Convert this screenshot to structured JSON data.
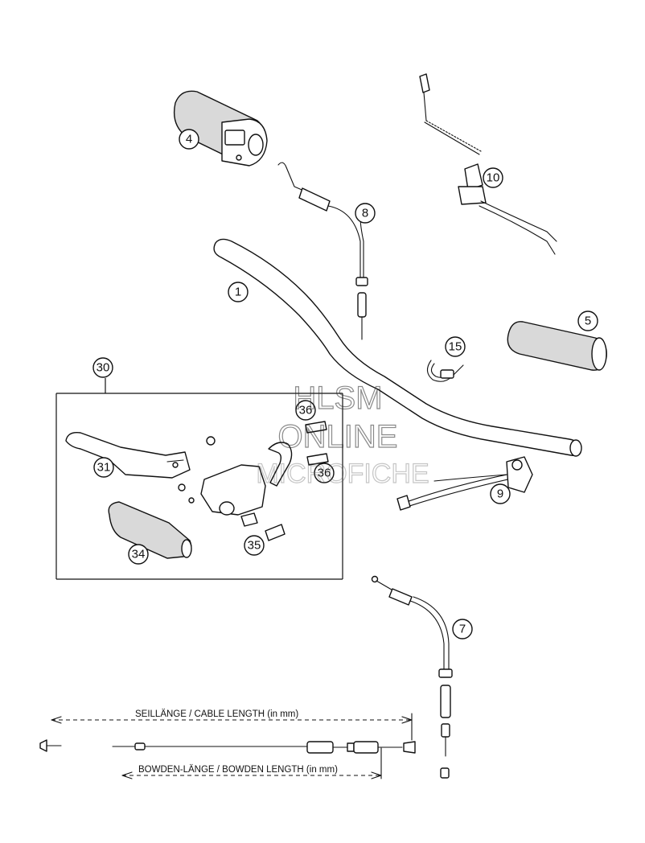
{
  "callouts": {
    "c1": "1",
    "c4": "4",
    "c5": "5",
    "c7": "7",
    "c8": "8",
    "c9": "9",
    "c10": "10",
    "c15": "15",
    "c30": "30",
    "c31": "31",
    "c34": "34",
    "c35": "35",
    "c36a": "36",
    "c36b": "36"
  },
  "dimensions": {
    "cable_length": "SEILLÄNGE / CABLE LENGTH (in mm)",
    "bowden_length": "BOWDEN-LÄNGE / BOWDEN LENGTH (in mm)"
  },
  "watermark": {
    "line1": "HLSM",
    "line2": "ONLINE",
    "line3": "MICROFICHE"
  }
}
